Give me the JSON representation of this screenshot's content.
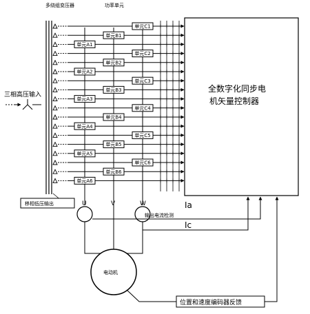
{
  "labels": {
    "transformer": "多绕组变压器",
    "power_units": "功率单元",
    "three_phase_input": "三相高压输入",
    "controller_line1": "全数字化同步电",
    "controller_line2": "机矢量控制器",
    "secondary_output": "移相低压输出",
    "output_current_sensor": "输出电流检测",
    "motor": "电动机",
    "encoder_feedback": "位置和速度编码器反馈",
    "phase_u": "U",
    "phase_v": "V",
    "phase_w": "W",
    "current_ia": "Ia",
    "current_ic": "Ic"
  },
  "units": [
    {
      "label": "单元C1"
    },
    {
      "label": "单元B1"
    },
    {
      "label": "单元A1"
    },
    {
      "label": "单元C2"
    },
    {
      "label": "单元B2"
    },
    {
      "label": "单元A2"
    },
    {
      "label": "单元C3"
    },
    {
      "label": "单元B3"
    },
    {
      "label": "单元A3"
    },
    {
      "label": "单元C4"
    },
    {
      "label": "单元B4"
    },
    {
      "label": "单元A4"
    },
    {
      "label": "单元C5"
    },
    {
      "label": "单元B5"
    },
    {
      "label": "单元A5"
    },
    {
      "label": "单元C6"
    },
    {
      "label": "单元B6"
    },
    {
      "label": "单元A6"
    }
  ]
}
